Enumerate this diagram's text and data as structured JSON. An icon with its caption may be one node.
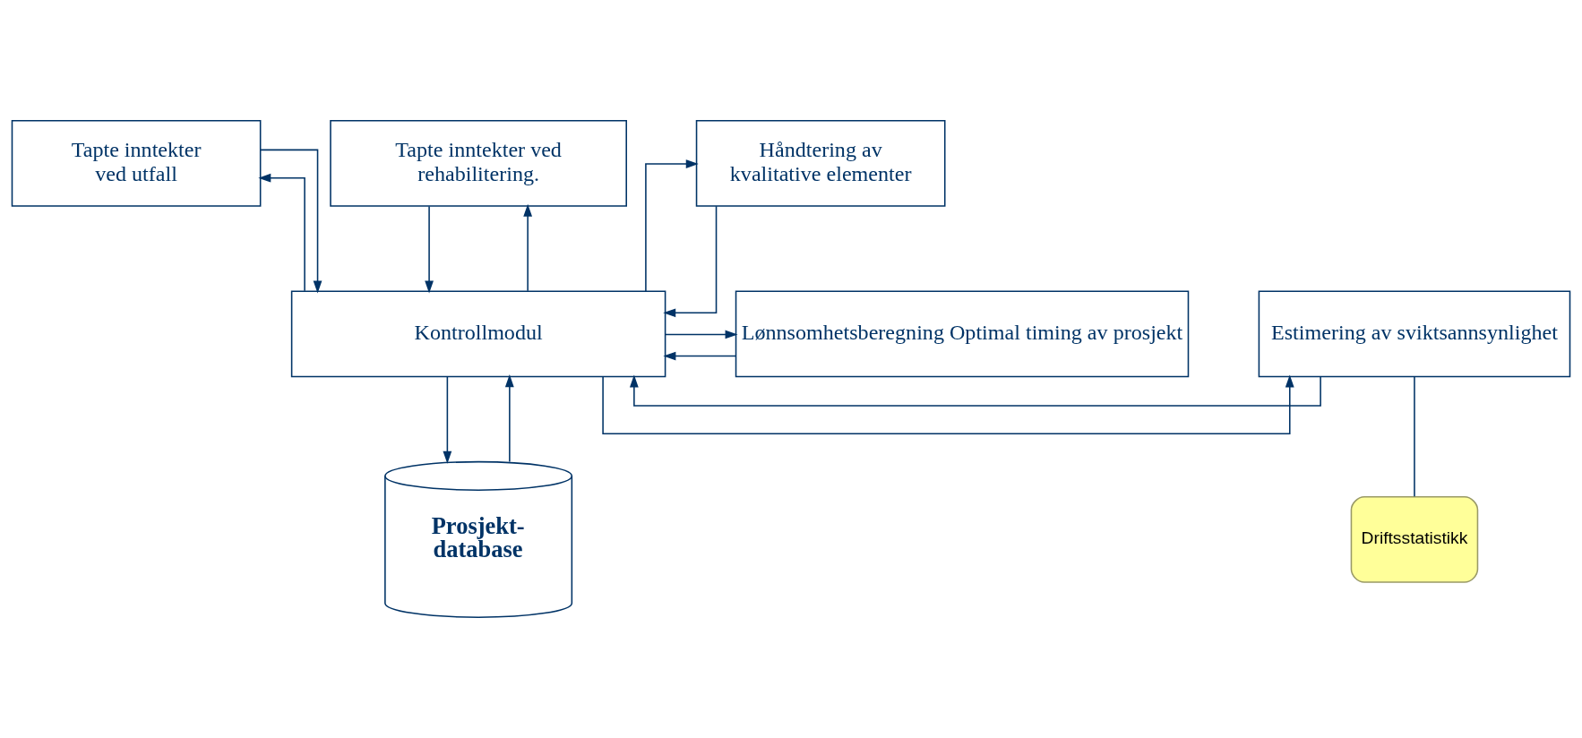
{
  "diagram": {
    "nodes": [
      {
        "text": [
          "Tapte inntekter ved utfall"
        ]
      },
      {
        "text": [
          "Tapte inntekter ved rehabilitering."
        ]
      },
      {
        "text": [
          "Håndtering av kvalitative elementer"
        ]
      },
      {
        "text": [
          "Estimering av sviktsannsynlighet"
        ]
      },
      {
        "text": [
          "Kontrollmodul"
        ]
      },
      {
        "text": [
          "Lønnsomhetsberegning Optimal timing av prosjekt"
        ]
      },
      {
        "text": [
          "Driftsstatistikk"
        ]
      },
      {
        "text": [
          "Prosjekt- database"
        ]
      }
    ],
    "edges": [
      {
        "from": 4,
        "to": 0,
        "arrow": "to"
      },
      {
        "from": 0,
        "to": 4,
        "arrow": "to"
      },
      {
        "from": 1,
        "to": 4,
        "arrow": "to"
      },
      {
        "from": 4,
        "to": 1,
        "arrow": "to"
      },
      {
        "from": 2,
        "to": 4,
        "arrow": "to"
      },
      {
        "from": 4,
        "to": 2,
        "arrow": "to"
      },
      {
        "from": 3,
        "to": 4,
        "arrow": "to"
      },
      {
        "from": 4,
        "to": 3,
        "arrow": "to"
      },
      {
        "from": 4,
        "to": 5,
        "arrow": "to"
      },
      {
        "from": 5,
        "to": 4,
        "arrow": "to"
      },
      {
        "from": 4,
        "to": 7,
        "arrow": "to"
      },
      {
        "from": 7,
        "to": 4,
        "arrow": "to"
      },
      {
        "from": 6,
        "to": 3,
        "arrow": "none"
      }
    ]
  }
}
